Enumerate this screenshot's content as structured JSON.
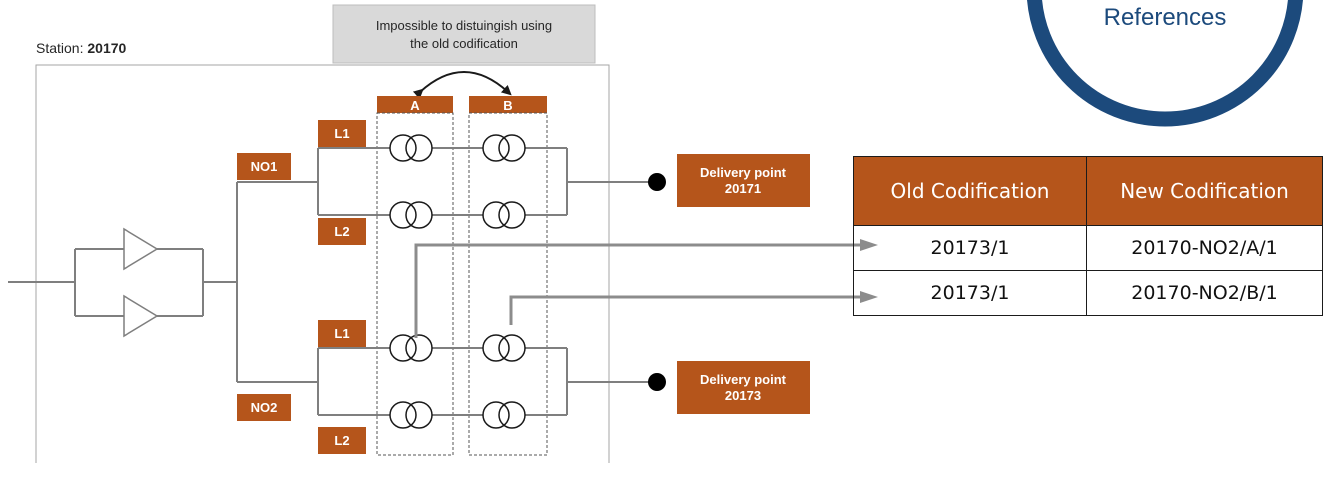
{
  "badge": {
    "label": "References"
  },
  "note": {
    "line1": "Impossible to distuingish using",
    "line2": "the old codification"
  },
  "station": {
    "prefix": "Station: ",
    "id": "20170"
  },
  "columns": {
    "a": "A",
    "b": "B"
  },
  "feeders": {
    "n1": "NO1",
    "n2": "NO2"
  },
  "lines": {
    "l1_top": "L1",
    "l2_top": "L2",
    "l1_bottom": "L1",
    "l2_bottom": "L2"
  },
  "delivery_points": [
    {
      "label": "Delivery point",
      "code": "20171"
    },
    {
      "label": "Delivery point",
      "code": "20173"
    }
  ],
  "table": {
    "headers": [
      "Old Codification",
      "New Codification"
    ],
    "rows": [
      [
        "20173/1",
        "20170-NO2/A/1"
      ],
      [
        "20173/1",
        "20170-NO2/B/1"
      ]
    ]
  },
  "colors": {
    "accent": "#b5551b",
    "navy": "#1c4a7c",
    "note_bg": "#d9d9d9"
  }
}
